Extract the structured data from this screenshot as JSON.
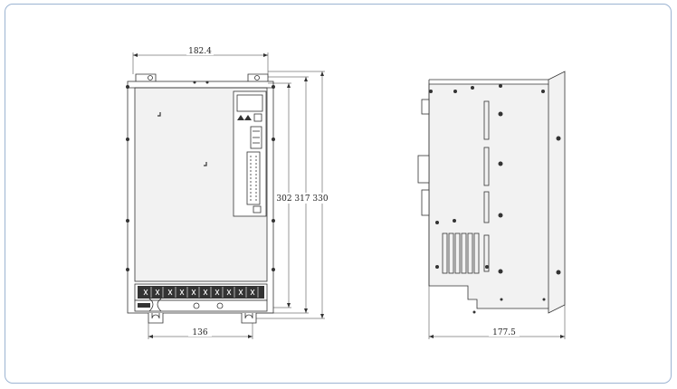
{
  "drawing": {
    "front_view": {
      "dim_width": "182.4",
      "dim_mount_width": "136",
      "dim_heights": [
        "302",
        "317",
        "330"
      ]
    },
    "side_view": {
      "dim_depth": "177.5"
    }
  },
  "colors": {
    "frame_border": "#9cb4d2",
    "line": "#333333",
    "panel": "#f2f2f2"
  }
}
